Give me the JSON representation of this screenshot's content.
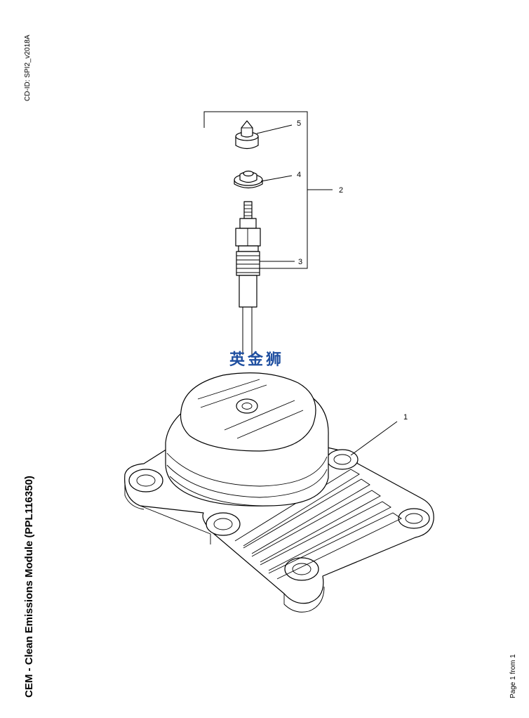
{
  "header": {
    "cd_id": "CD-ID: SPI2_v2018A"
  },
  "document": {
    "title": "CEM - Clean Emissions Module (PPL116350)"
  },
  "footer": {
    "page": "Page 1 from 1"
  },
  "watermark": {
    "text": "英金狮"
  },
  "callouts": {
    "c1": "1",
    "c2": "2",
    "c3": "3",
    "c4": "4",
    "c5": "5"
  }
}
